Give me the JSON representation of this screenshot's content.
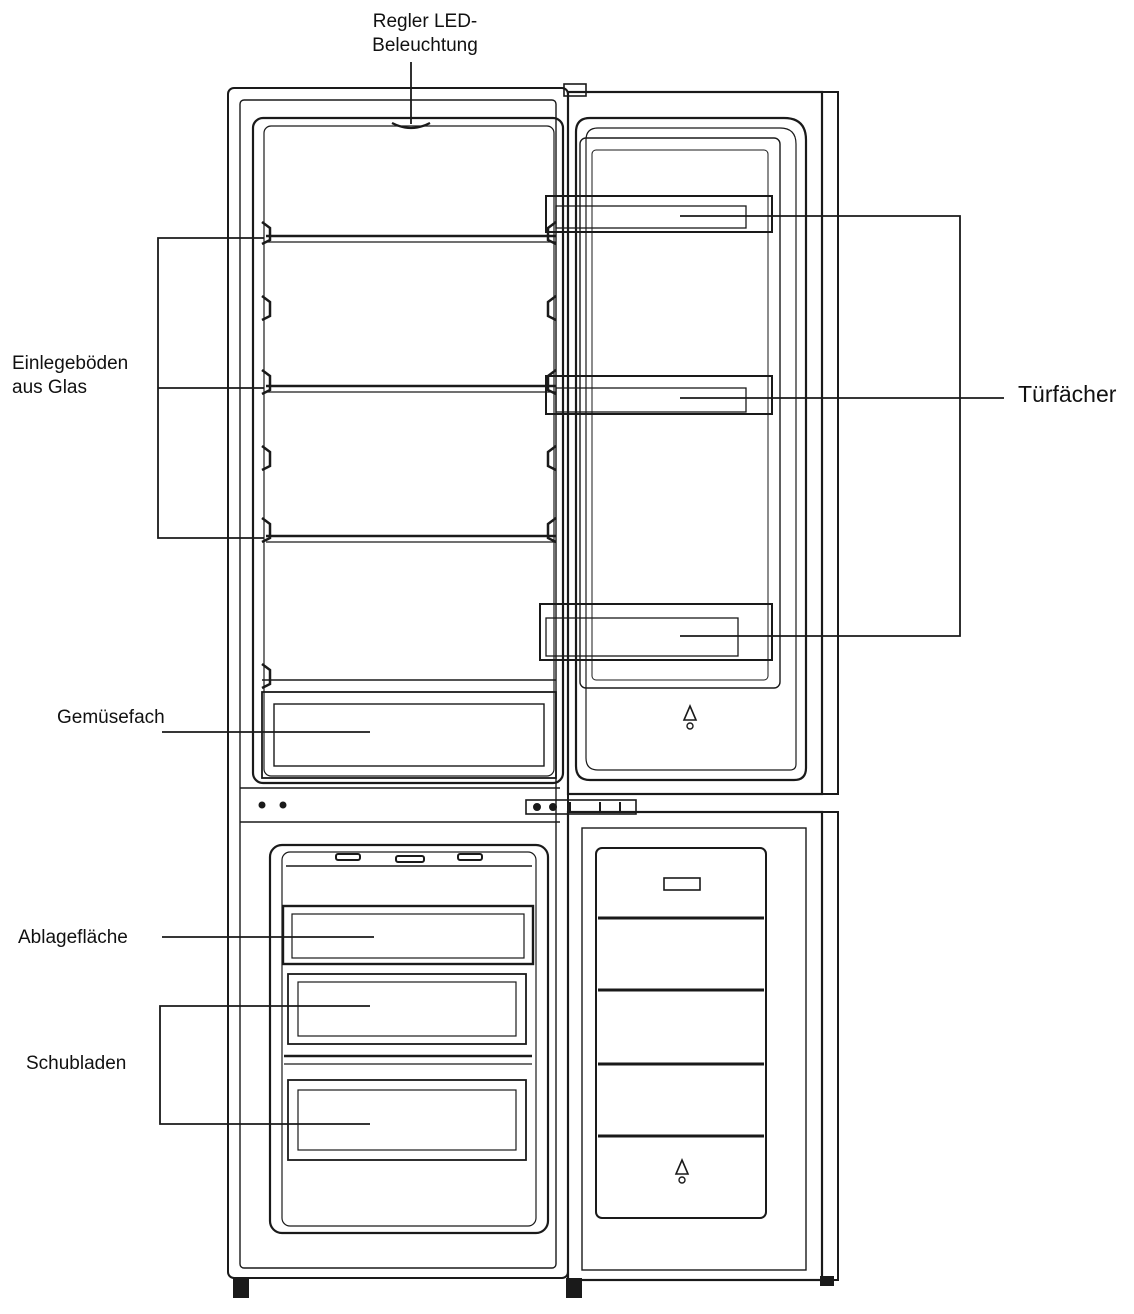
{
  "labels": {
    "led_line1": "Regler LED-",
    "led_line2": "Beleuchtung",
    "shelves_line1": "Einlegeböden",
    "shelves_line2": "aus Glas",
    "door_bins": "Türfächer",
    "crisper": "Gemüsefach",
    "storage_tray": "Ablagefläche",
    "drawers": "Schubladen"
  },
  "colors": {
    "line": "#1a1a1a",
    "background": "#ffffff"
  }
}
